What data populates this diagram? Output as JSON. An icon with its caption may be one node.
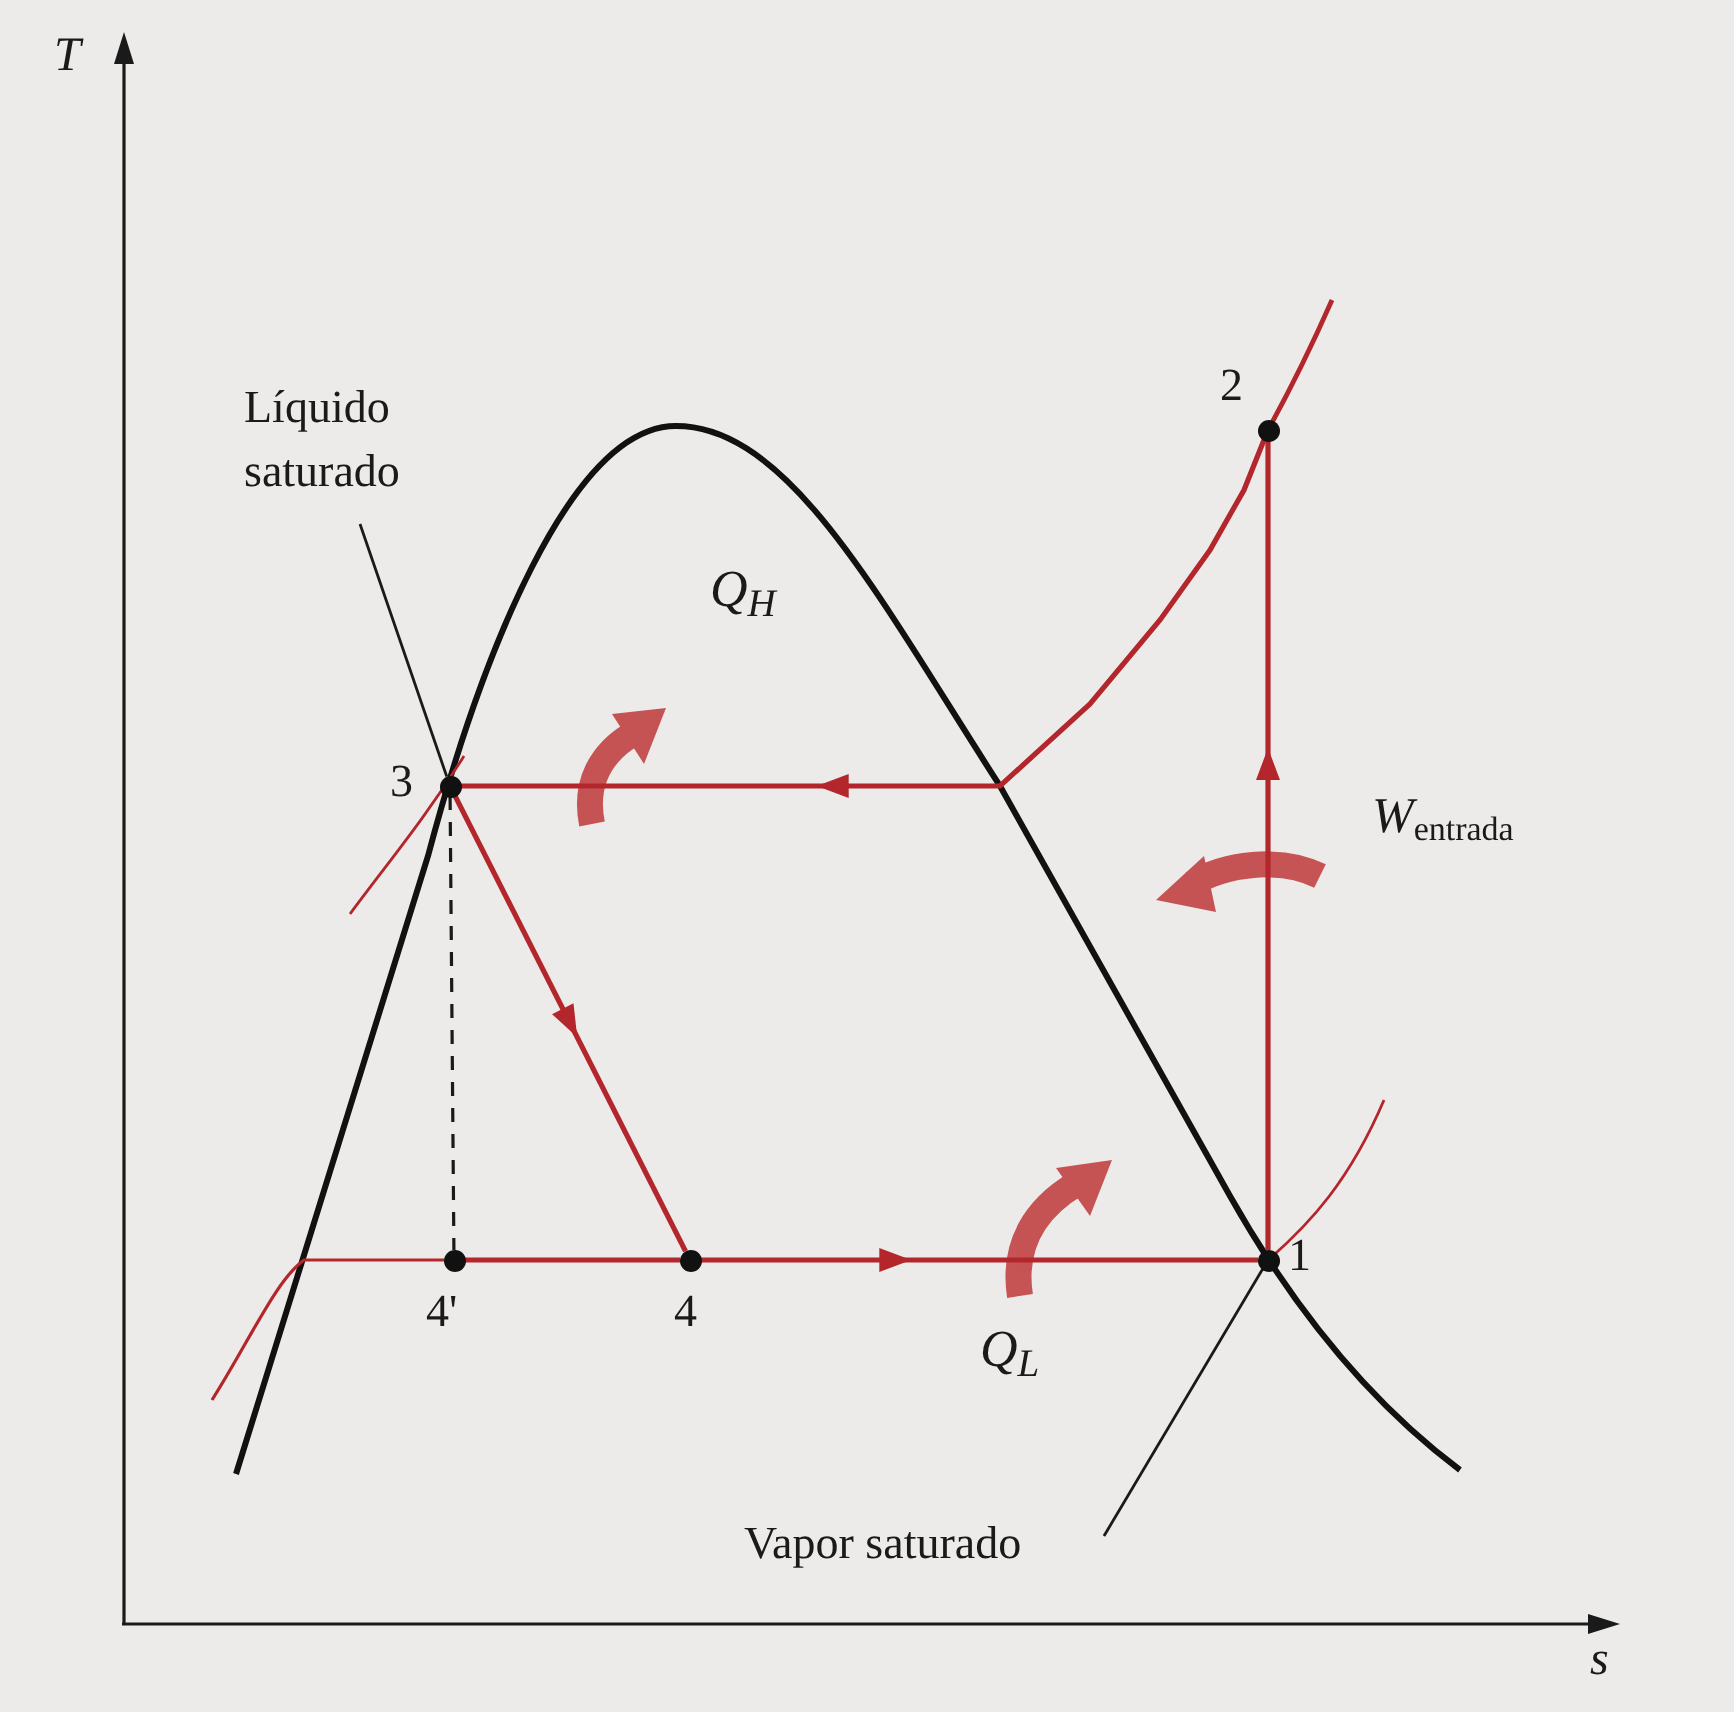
{
  "diagram": {
    "nodes": [
      {
        "text": [
          "Líquido saturado"
        ]
      },
      {
        "text": [],
        "shape": "circle",
        "beside": [
          "2"
        ]
      },
      {
        "text": [],
        "shape": "circle",
        "beside": [
          "3"
        ]
      },
      {
        "text": [],
        "shape": "circle",
        "beside": [
          "4'"
        ]
      },
      {
        "text": [],
        "shape": "circle",
        "beside": [
          "4"
        ]
      },
      {
        "text": [],
        "shape": "circle",
        "beside": [
          "1"
        ]
      },
      {
        "text": [
          "Vapor saturado"
        ]
      }
    ],
    "edges": [
      {
        "from": 5,
        "to": 1,
        "arrow": "to"
      },
      {
        "from": 1,
        "to": 2,
        "arrow": "to"
      },
      {
        "from": 2,
        "to": 4,
        "arrow": "to"
      },
      {
        "from": 4,
        "to": 5,
        "arrow": "to"
      },
      {
        "from": 2,
        "to": 3,
        "arrow": "none",
        "style": "dashed",
        "color": "#1a1a1a"
      },
      {
        "from": 3,
        "to": 4,
        "arrow": "none"
      },
      {
        "from": 0,
        "to": 2,
        "arrow": "none",
        "color": "#1a1a1a"
      },
      {
        "from": 6,
        "to": 5,
        "arrow": "none",
        "color": "#1a1a1a"
      }
    ],
    "labels": [
      "T",
      "Q$_{H}$",
      "*W*$_{entrada}$",
      "Q$_{L}$",
      "s"
    ]
  }
}
